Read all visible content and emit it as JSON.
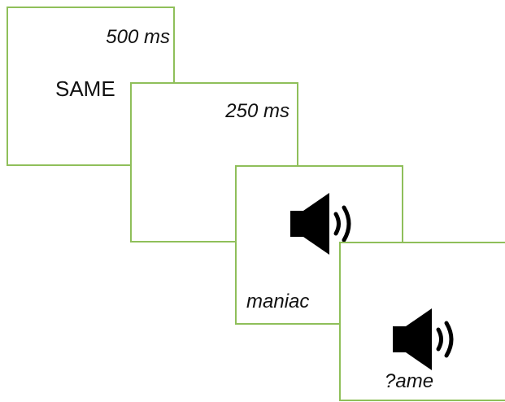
{
  "frames": [
    {
      "timing": "500 ms",
      "word": "SAME"
    },
    {
      "timing": "250 ms"
    },
    {
      "icon": "speaker-icon",
      "word": "maniac"
    },
    {
      "icon": "speaker-icon",
      "word": "?ame"
    }
  ],
  "colors": {
    "frame_border": "#8fbf5a",
    "text": "#111111",
    "icon": "#000000"
  }
}
